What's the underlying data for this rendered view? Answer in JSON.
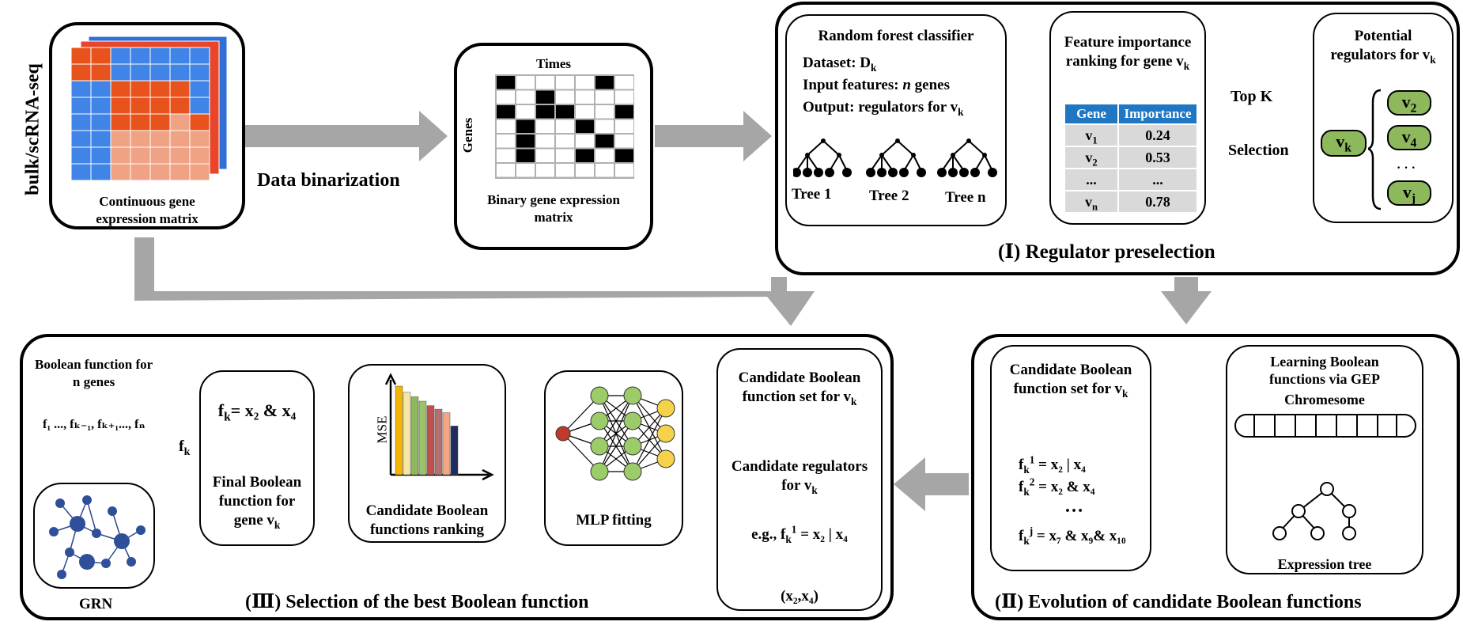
{
  "input": {
    "side_label": "bulk/scRNA-seq",
    "matrix_caption_1": "Continuous gene",
    "matrix_caption_2": "expression matrix"
  },
  "binarization_label": "Data binarization",
  "binary_matrix": {
    "col_label": "Times",
    "row_label": "Genes",
    "caption_1": "Binary gene expression",
    "caption_2": "matrix"
  },
  "panel1": {
    "title": "(Ⅰ) Regulator preselection",
    "rf": {
      "title": "Random forest classifier",
      "dataset": "Dataset: D",
      "dataset_sub": "k",
      "input_a": "Input features: ",
      "input_n": "n",
      "input_b": " genes",
      "output": "Output: regulators for v",
      "output_sub": "k",
      "trees": [
        "Tree 1",
        "Tree 2",
        "Tree n"
      ]
    },
    "ranking": {
      "title_1": "Feature importance",
      "title_2": "ranking for gene v",
      "title_sub": "k",
      "headers": [
        "Gene",
        "Importance"
      ],
      "rows": [
        {
          "gene": "v",
          "sub": "1",
          "value": "0.24"
        },
        {
          "gene": "v",
          "sub": "2",
          "value": "0.53"
        },
        {
          "gene": "...",
          "sub": "",
          "value": "..."
        },
        {
          "gene": "v",
          "sub": "n",
          "value": "0.78"
        }
      ]
    },
    "topk": "Top K",
    "selection": "Selection",
    "potential": {
      "title_1": "Potential",
      "title_2": "regulators for v",
      "title_sub": "k",
      "source_node": "v",
      "source_sub": "k",
      "nodes": [
        {
          "label": "v",
          "sub": "2"
        },
        {
          "label": "v",
          "sub": "4"
        },
        {
          "label": "v",
          "sub": "j"
        }
      ],
      "ellipsis": "· · ·"
    }
  },
  "panel2": {
    "title": "(Ⅱ) Evolution of candidate Boolean functions",
    "candidate": {
      "title_1": "Candidate Boolean",
      "title_2": "function set for v",
      "title_sub": "k",
      "f1": " = x₂ | x₄",
      "f2": " = x₂ & x₄",
      "dots": "…",
      "fj": " = x₇ & x₉& x₁₀"
    },
    "gep": {
      "title_1": "Learning Boolean",
      "title_2": "functions via GEP",
      "chromosome": "Chromesome",
      "tree_label": "Expression tree"
    }
  },
  "panel3": {
    "title": "(Ⅲ)   Selection of the best  Boolean function",
    "candidate": {
      "title_1": "Candidate Boolean",
      "title_2": "function set for v",
      "title_sub": "k",
      "regs_1": "Candidate regulators",
      "regs_2": "for  v",
      "regs_sub": "k",
      "eg": "e.g., f",
      "eg_tail": " = x₂ | x₄",
      "pair": "(x₂,x₄)"
    },
    "mlp_label": "MLP fitting",
    "ranking": {
      "axis": "MSE",
      "caption_1": "Candidate Boolean",
      "caption_2": "functions ranking"
    },
    "final": {
      "formula": "= x₂ & x₄",
      "caption_1": "Final Boolean",
      "caption_2": "function for",
      "caption_3": "gene v",
      "caption_sub": "k"
    },
    "fk_label": "f",
    "fk_sub": "k",
    "grn": {
      "title_1": "Boolean function for",
      "title_2": "n genes",
      "list": "f₁ ..., fₖ₋₁, fₖ₊₁..., fₙ",
      "label": "GRN"
    }
  },
  "chart_data": {
    "type": "bar",
    "ylabel": "MSE",
    "values": [
      10,
      9.3,
      8.8,
      8.3,
      7.8,
      7.4,
      7.0,
      5.5
    ],
    "colors": [
      "#f4b400",
      "#f6e6a4",
      "#8db85c",
      "#9cc26a",
      "#c0504d",
      "#b56f6f",
      "#f4a582",
      "#1f2d5c"
    ]
  }
}
